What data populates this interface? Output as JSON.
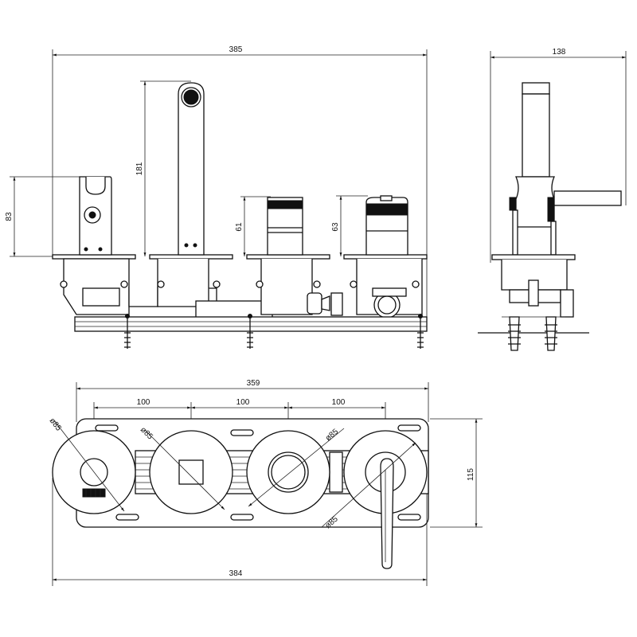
{
  "front_view": {
    "overall_width": "385",
    "handshower_holder_height": "83",
    "spout_height": "181",
    "mixer_left_height": "61",
    "mixer_right_height": "63"
  },
  "side_view": {
    "depth": "138"
  },
  "top_view": {
    "plate_width": "359",
    "center_spacing_1": "100",
    "center_spacing_2": "100",
    "center_spacing_3": "100",
    "rosette_diameter_1": "ø85",
    "rosette_diameter_2": "ø85",
    "rosette_diameter_3": "ø85",
    "rosette_diameter_4": "ø85",
    "plate_height": "115",
    "overall_span": "384"
  }
}
